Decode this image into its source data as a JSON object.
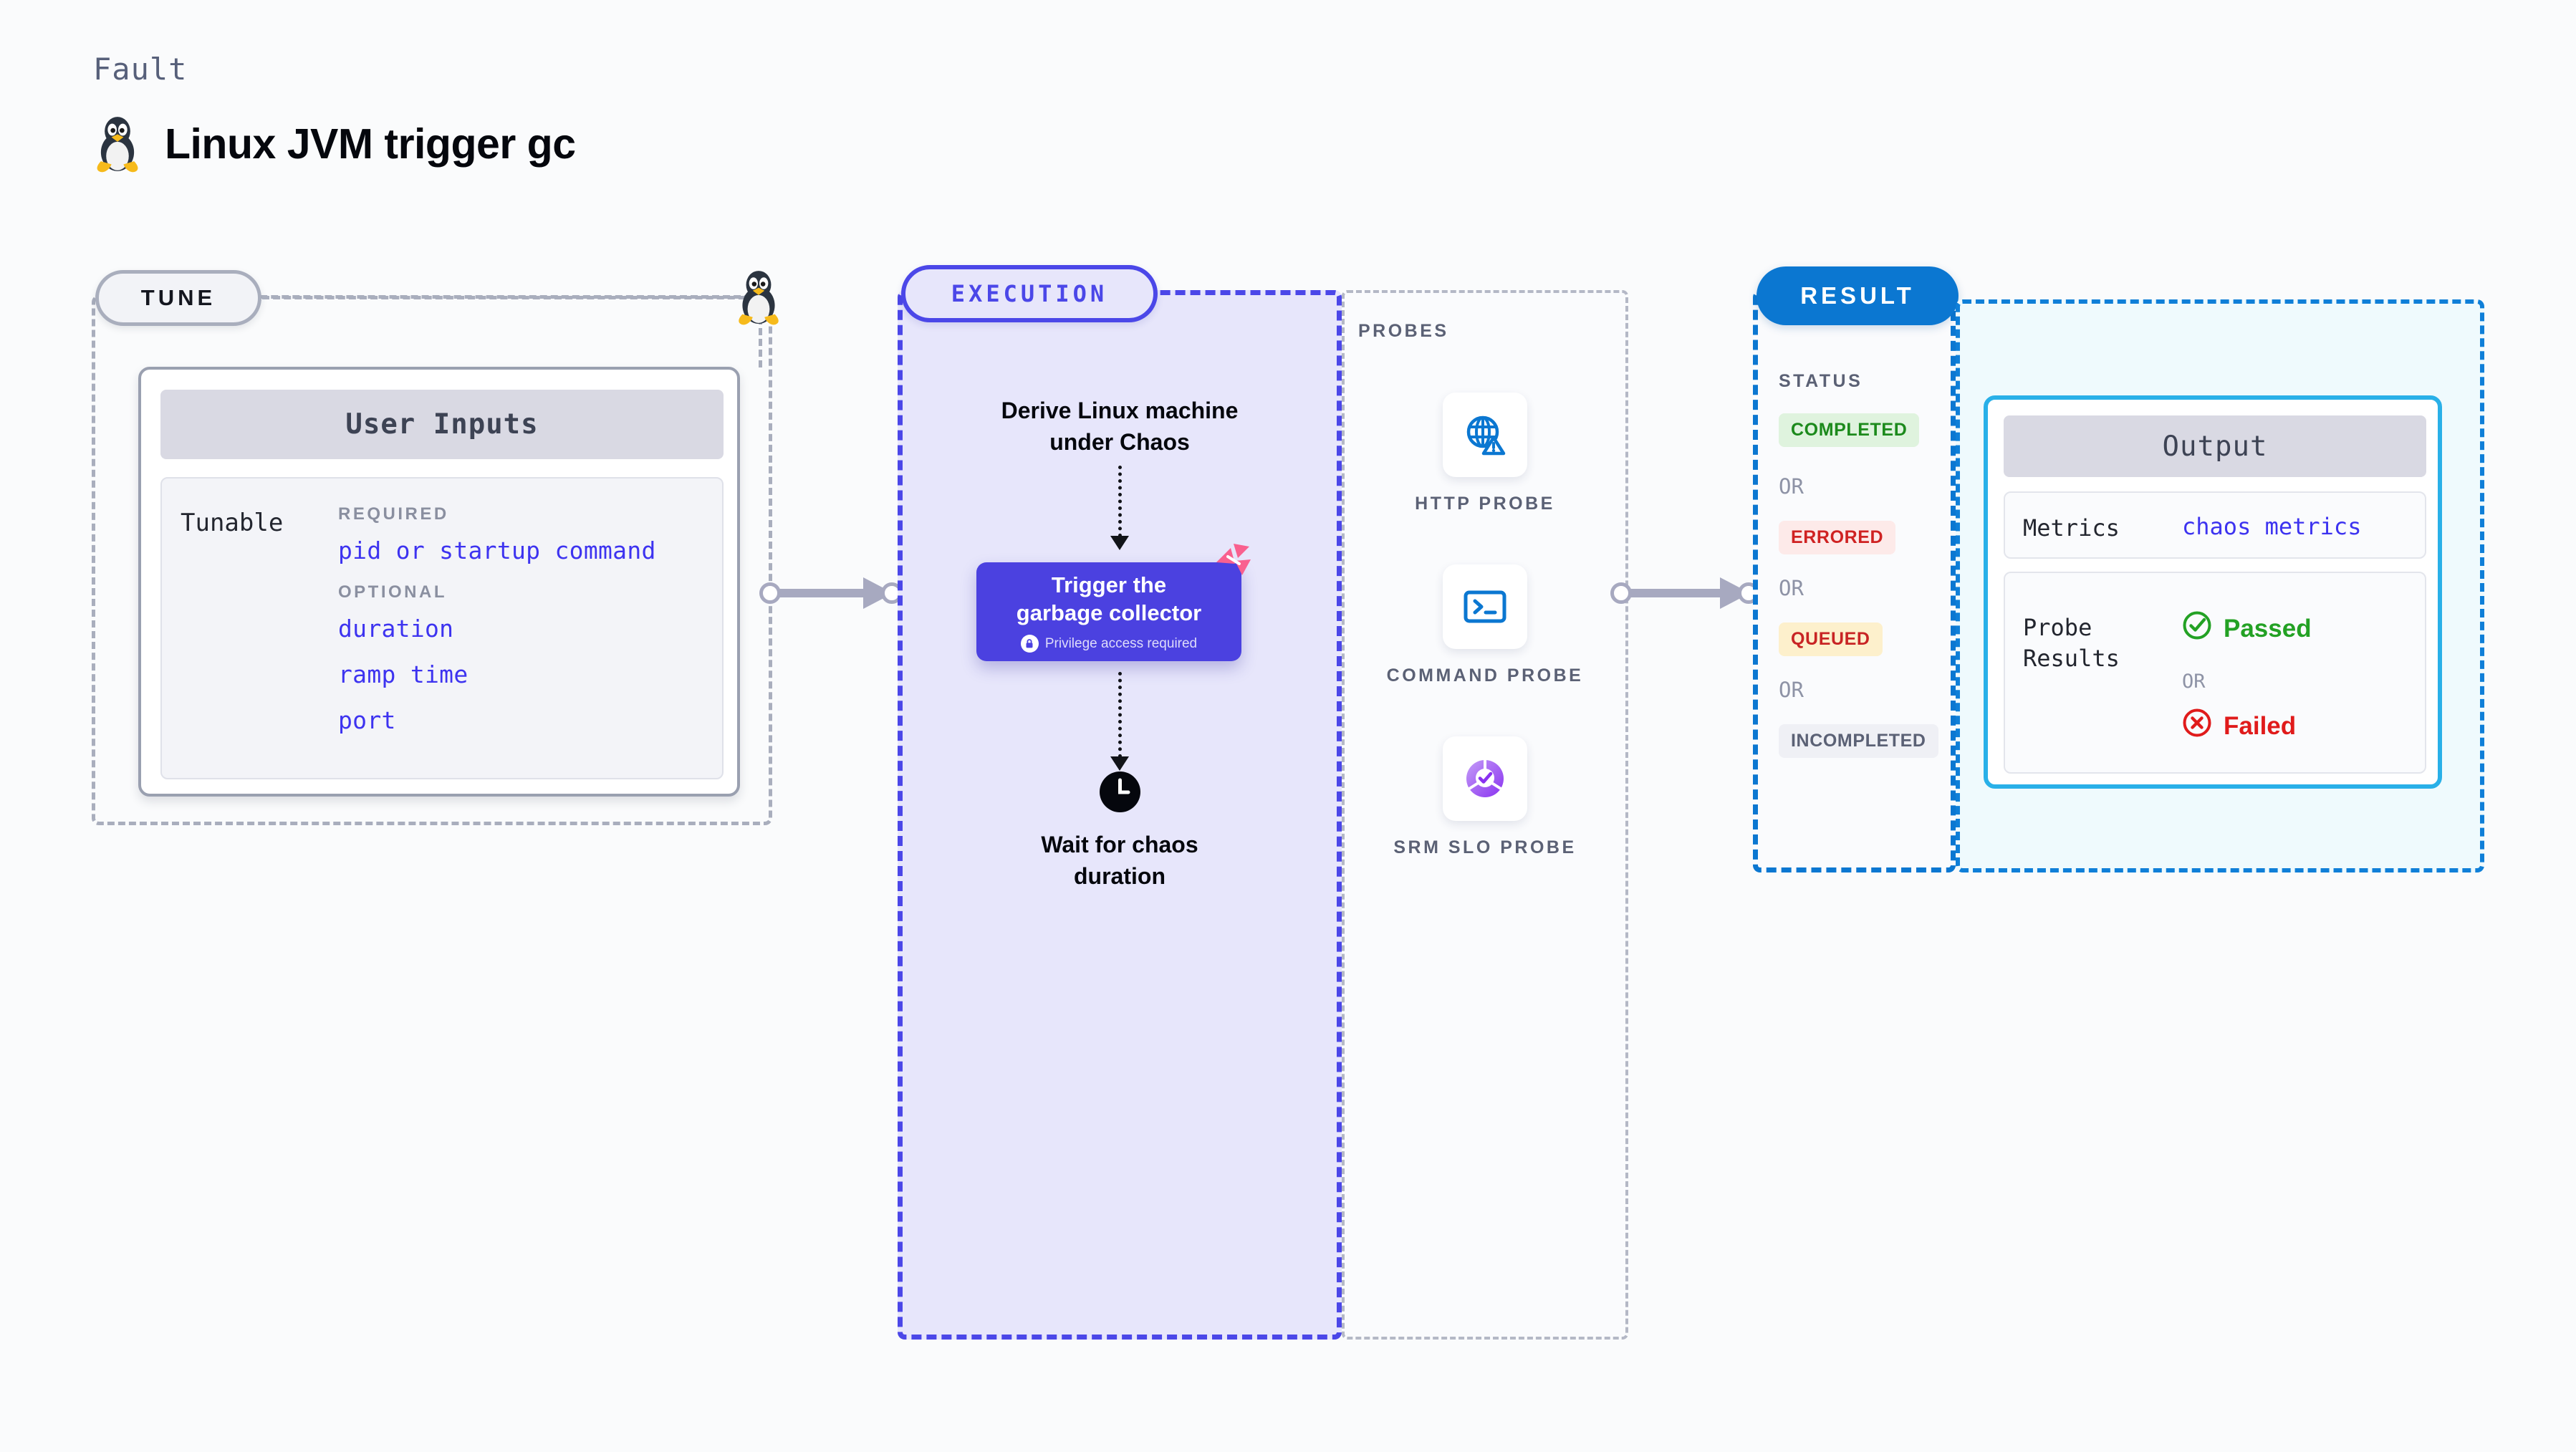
{
  "header": {
    "kicker": "Fault",
    "title": "Linux JVM trigger gc",
    "icon": "tux-linux-penguin-icon"
  },
  "tune": {
    "badge": "TUNE",
    "card_header": "User Inputs",
    "tunable_label": "Tunable",
    "groups": [
      {
        "label": "REQUIRED",
        "items": [
          "pid or startup command"
        ]
      },
      {
        "label": "OPTIONAL",
        "items": [
          "duration",
          "ramp time",
          "port"
        ]
      }
    ]
  },
  "execution": {
    "badge": "EXECUTION",
    "step_derive": "Derive Linux machine\nunder Chaos",
    "card_title": "Trigger the\ngarbage collector",
    "card_subtitle": "Privilege access required",
    "step_wait": "Wait for chaos\nduration",
    "card_color": "#4b41e0",
    "panel_fill": "#e7e6fb",
    "panel_border": "#4b47e8"
  },
  "probes": {
    "title": "PROBES",
    "items": [
      {
        "label": "HTTP PROBE",
        "icon": "globe-warning-icon"
      },
      {
        "label": "COMMAND PROBE",
        "icon": "terminal-prompt-icon"
      },
      {
        "label": "SRM SLO PROBE",
        "icon": "slo-donut-check-icon"
      }
    ]
  },
  "result": {
    "badge": "RESULT",
    "status_title": "STATUS",
    "or_label": "OR",
    "statuses": [
      {
        "label": "COMPLETED",
        "bg": "#dff3de",
        "fg": "#1c8a1c"
      },
      {
        "label": "ERRORED",
        "bg": "#fdeae9",
        "fg": "#cf2222"
      },
      {
        "label": "QUEUED",
        "bg": "#fdf0cc",
        "fg": "#c82424"
      },
      {
        "label": "INCOMPLETED",
        "bg": "#eff0f5",
        "fg": "#5b6175"
      }
    ]
  },
  "output": {
    "header": "Output",
    "metrics_key": "Metrics",
    "metrics_value": "chaos metrics",
    "probe_key": "Probe\nResults",
    "or_label": "OR",
    "passed": "Passed",
    "failed": "Failed",
    "passed_color": "#23a124",
    "failed_color": "#e01b1b",
    "border_color": "#29b0e8",
    "panel_fill": "#effafd"
  }
}
